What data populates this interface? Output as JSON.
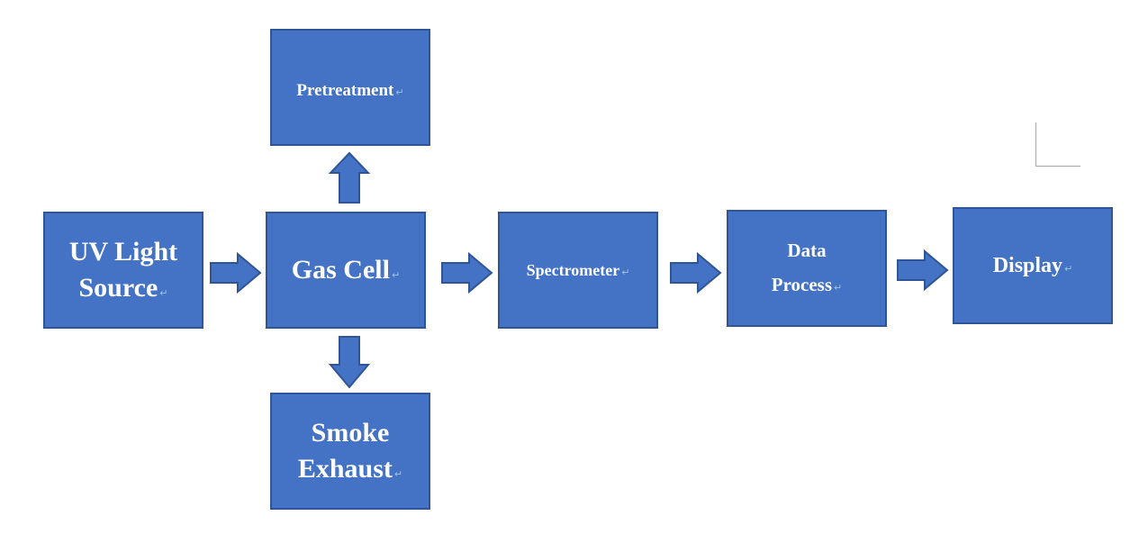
{
  "colors": {
    "box_fill": "#4472c4",
    "box_border": "#2f5597",
    "text": "#ffffff",
    "paragraph_mark": "#9dc3e6",
    "guide_mark": "#a6a6a6"
  },
  "paragraph_mark_glyph": "↵",
  "nodes": {
    "uv_light_source": {
      "lines": [
        "UV Light",
        "Source"
      ]
    },
    "gas_cell": {
      "lines": [
        "Gas Cell"
      ]
    },
    "pretreatment": {
      "lines": [
        "Pretreatment"
      ]
    },
    "smoke_exhaust": {
      "lines": [
        "Smoke",
        "Exhaust"
      ]
    },
    "spectrometer": {
      "lines": [
        "Spectrometer"
      ]
    },
    "data_process": {
      "lines": [
        "Data",
        "Process"
      ]
    },
    "display": {
      "lines": [
        "Display"
      ]
    }
  },
  "edges": [
    {
      "from": "uv_light_source",
      "to": "gas_cell"
    },
    {
      "from": "gas_cell",
      "to": "pretreatment"
    },
    {
      "from": "gas_cell",
      "to": "smoke_exhaust"
    },
    {
      "from": "gas_cell",
      "to": "spectrometer"
    },
    {
      "from": "spectrometer",
      "to": "data_process"
    },
    {
      "from": "data_process",
      "to": "display"
    }
  ]
}
